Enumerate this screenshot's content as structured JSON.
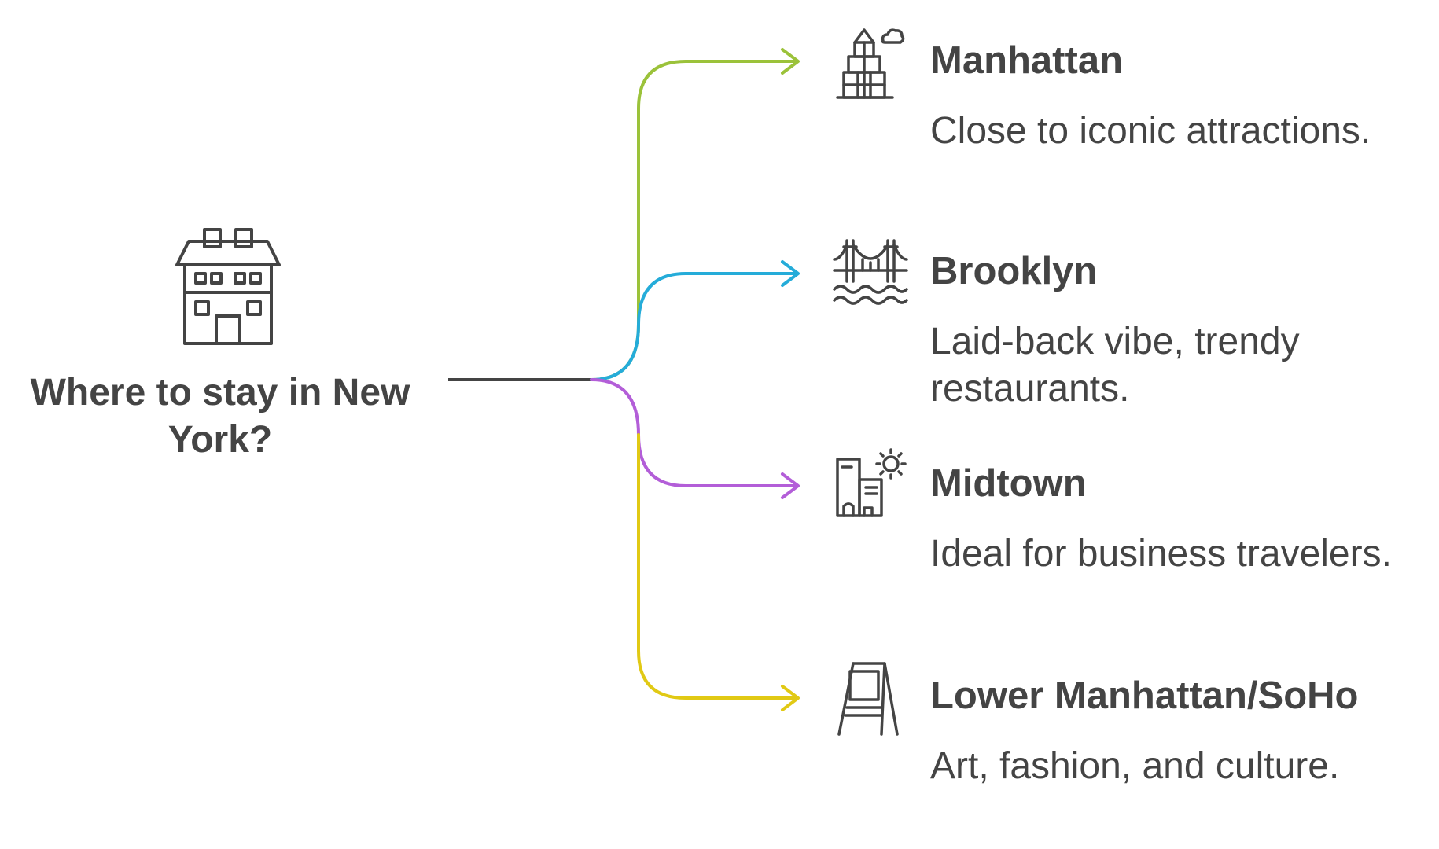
{
  "root": {
    "title": "Where to stay in New\nYork?",
    "icon": "house-icon"
  },
  "branches": [
    {
      "title": "Manhattan",
      "description": "Close to iconic attractions.",
      "icon": "skyscraper-icon",
      "color": "#9bc23a"
    },
    {
      "title": "Brooklyn",
      "description": "Laid-back vibe, trendy restaurants.",
      "icon": "bridge-icon",
      "color": "#25acd9"
    },
    {
      "title": "Midtown",
      "description": "Ideal for business travelers.",
      "icon": "city-buildings-sun-icon",
      "color": "#b35ed8"
    },
    {
      "title": "Lower Manhattan/SoHo",
      "description": "Art, fashion, and culture.",
      "icon": "easel-sign-icon",
      "color": "#e1c914"
    }
  ],
  "colors": {
    "text": "#444444",
    "stem": "#444444"
  }
}
